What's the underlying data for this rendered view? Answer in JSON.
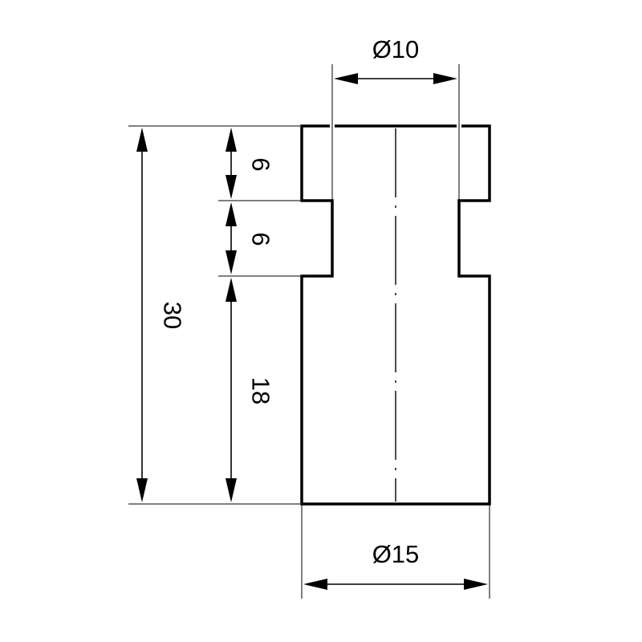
{
  "drawing": {
    "dimensions": {
      "top_diameter": "Ø10",
      "bottom_diameter": "Ø15",
      "overall_height": "30",
      "upper_step_height": "6",
      "groove_height": "6",
      "lower_body_height": "18"
    }
  }
}
